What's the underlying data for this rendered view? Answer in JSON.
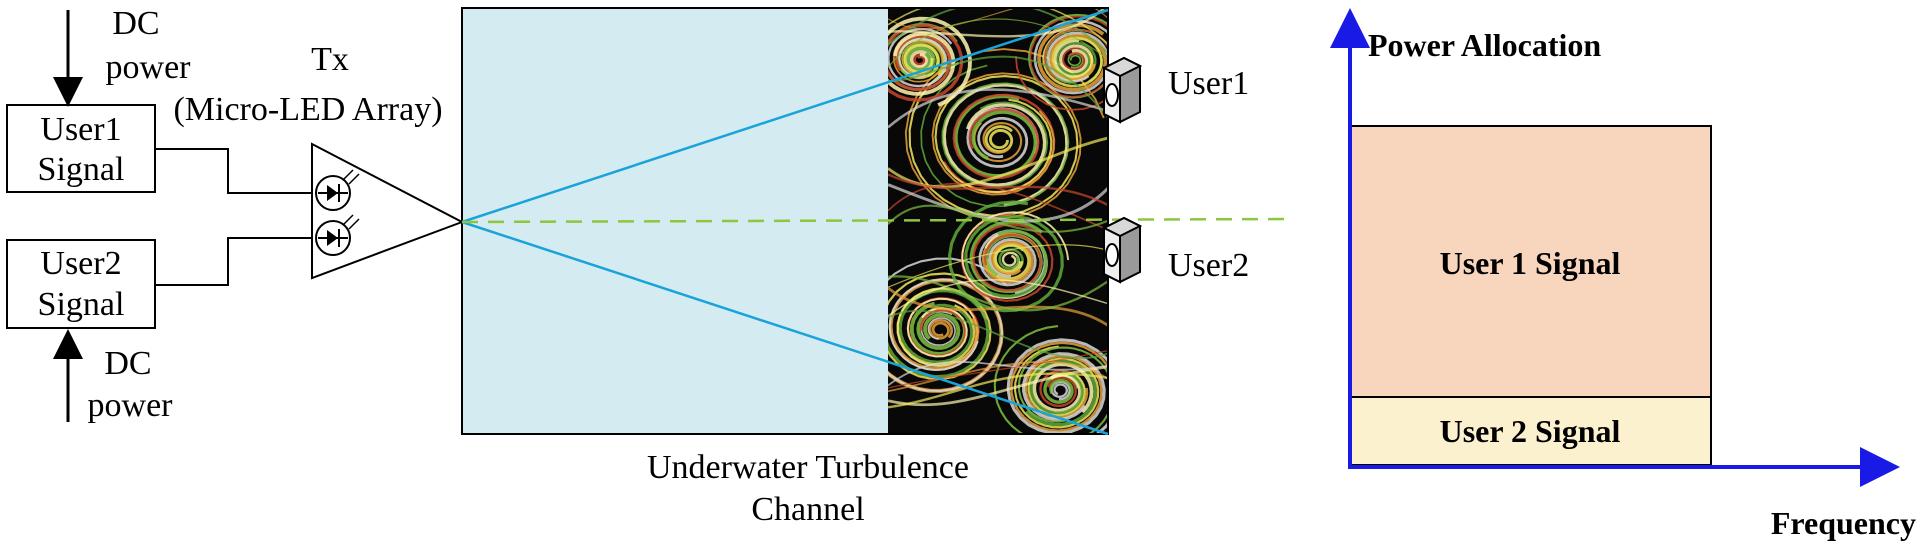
{
  "transmitter": {
    "title": "Tx",
    "subtitle": "(Micro-LED Array)"
  },
  "inputs": {
    "user1_line1": "User1",
    "user1_line2": "Signal",
    "user2_line1": "User2",
    "user2_line2": "Signal",
    "dc_top_line1": "DC",
    "dc_top_line2": "power",
    "dc_bottom_line1": "DC",
    "dc_bottom_line2": "power"
  },
  "channel": {
    "label_line1": "Underwater Turbulence",
    "label_line2": "Channel"
  },
  "receivers": {
    "user1": "User1",
    "user2": "User2"
  },
  "allocation": {
    "y_axis_label": "Power Allocation",
    "x_axis_label": "Frequency",
    "block_user1": "User 1 Signal",
    "block_user2": "User 2 Signal",
    "user1_color": "#f8d6bd",
    "user2_color": "#fcf1cf"
  },
  "colors": {
    "water": "#d5ebf2",
    "beam": "#1aa3d9",
    "axis": "#1a1ae6",
    "dashed": "#8dc63f"
  }
}
